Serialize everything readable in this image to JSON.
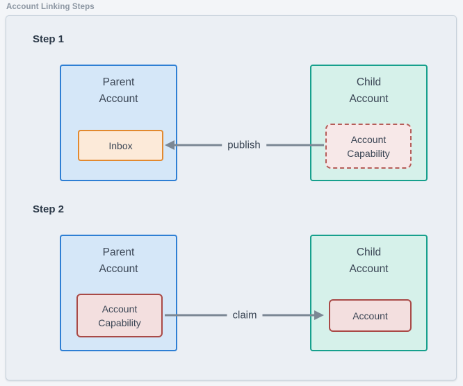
{
  "frame": {
    "title": "Account Linking Steps"
  },
  "colors": {
    "canvas_bg": "#ebeff4",
    "canvas_border": "#c7d1db",
    "parent_box_fill": "#d5e7f8",
    "parent_box_border": "#2e7fd4",
    "child_box_fill": "#d6f1ea",
    "child_box_border": "#17a08d",
    "inbox_fill": "#fcead9",
    "inbox_border": "#e2892f",
    "capability_fill": "#f7e8e8",
    "capability_border": "#b65d59",
    "arrow": "#7b8794",
    "text": "#3a4554"
  },
  "steps": [
    {
      "label": "Step 1",
      "parent": {
        "title": "Parent\nAccount",
        "inner": {
          "label": "Inbox",
          "style": "orange-solid"
        }
      },
      "child": {
        "title": "Child\nAccount",
        "inner": {
          "label": "Account\nCapability",
          "style": "red-dashed"
        }
      },
      "arrow": {
        "label": "publish",
        "direction": "right-to-left"
      }
    },
    {
      "label": "Step 2",
      "parent": {
        "title": "Parent\nAccount",
        "inner": {
          "label": "Account\nCapability",
          "style": "red-solid"
        }
      },
      "child": {
        "title": "Child\nAccount",
        "inner": {
          "label": "Account",
          "style": "red-solid"
        }
      },
      "arrow": {
        "label": "claim",
        "direction": "left-to-right"
      }
    }
  ]
}
